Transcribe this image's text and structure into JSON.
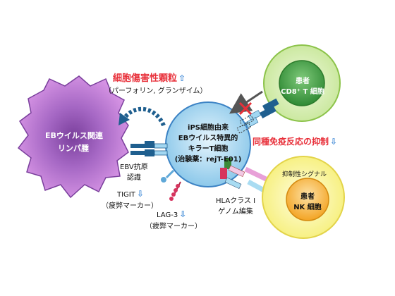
{
  "title_top": {
    "text": "細胞傷害性顆粒",
    "arrow": "⇧",
    "sub": "（パーフォリン, グランザイム）"
  },
  "tumor_cell": {
    "line1": "EBウイルス関連",
    "line2": "リンパ腫"
  },
  "ebv_antigen": {
    "line1": "EBV抗原",
    "line2": "認識"
  },
  "center_cell": {
    "line1": "iPS細胞由来",
    "line2": "EBウイルス特異的",
    "line3": "キラーT細胞",
    "line4": "(治験薬：rejT-E01)"
  },
  "tigit": {
    "name": "TIGIT",
    "arrow": "⇩",
    "sub": "（疲弊マーカー）"
  },
  "lag3": {
    "name": "LAG-3",
    "arrow": "⇩",
    "sub": "（疲弊マーカー）"
  },
  "hla": {
    "line1": "HLAクラス I",
    "line2": "ゲノム編集"
  },
  "suppression": {
    "text": "同種免疫反応の抑制",
    "arrow": "⇩"
  },
  "inhibitory_signal": "抑制性シグナル",
  "cd8_cell": {
    "line1": "患者",
    "line2": "CD8⁺ T 細胞"
  },
  "nk_cell": {
    "line1": "患者",
    "line2": "NK 細胞"
  },
  "colors": {
    "tumor": "#d88fe2",
    "tumor_stroke": "#7a3f9c",
    "center_cell": "#a8d8f0",
    "center_stroke": "#3b82c4",
    "cd8_outer": "#d6efb0",
    "cd8_inner": "#3a9a3a",
    "nk_outer": "#fbf7a0",
    "nk_inner": "#f6a51e",
    "accent_red": "#e8303a",
    "accent_blue": "#4a90d9"
  }
}
